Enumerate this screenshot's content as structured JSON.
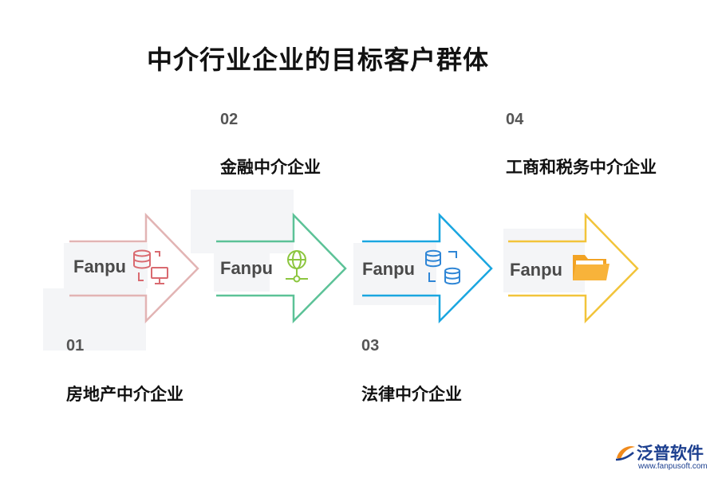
{
  "title": "中介行业企业的目标客户群体",
  "steps": [
    {
      "number": "01",
      "label": "房地产中介企业",
      "watermark": "Fanpu",
      "icon": "database-monitor-icon",
      "color": "#e2b4b4"
    },
    {
      "number": "02",
      "label": "金融中介企业",
      "watermark": "Fanpu",
      "icon": "globe-network-icon",
      "color": "#5cc297"
    },
    {
      "number": "03",
      "label": "法律中介企业",
      "watermark": "Fanpu",
      "icon": "database-sync-icon",
      "color": "#1aa6e0"
    },
    {
      "number": "04",
      "label": "工商和税务中介企业",
      "watermark": "Fanpu",
      "icon": "folder-icon",
      "color": "#f2c43a"
    }
  ],
  "logo": {
    "name": "泛普软件",
    "url": "www.fanpusoft.com"
  }
}
